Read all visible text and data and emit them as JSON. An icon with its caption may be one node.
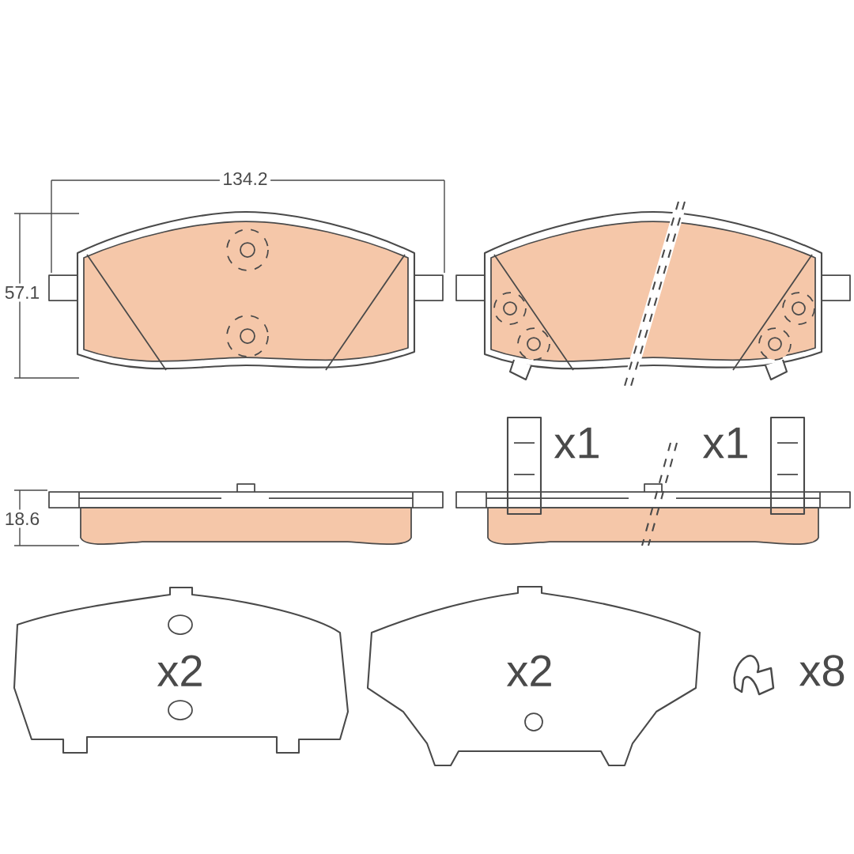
{
  "diagram": {
    "labels": [
      "134.2",
      "57.1",
      "18.6",
      "x1",
      "x1",
      "x2",
      "x2",
      "x8"
    ]
  }
}
